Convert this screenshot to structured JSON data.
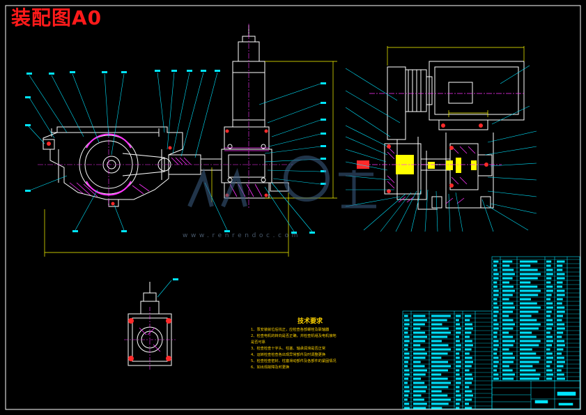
{
  "sheet": {
    "title": "装配图A0",
    "border_color": "#ffffff",
    "title_color": "#ff1a1a"
  },
  "technical_requirements": {
    "title": "技术要求",
    "lines": [
      "1、泵安装就位后找正，应检查各部螺栓及联轴器",
      "2、检查电机的转向是否正确，并检查机组及电机接地",
      "   是否可靠",
      "3、检查检查十字头、柱塞、轴承润滑是否正常",
      "4、运转检查检查各出现异常部件及时调整更换",
      "5、检查检查密封、柱塞滑动部件及各部件的紧固情况",
      "6、如出现故障及时更换"
    ],
    "color": "#ffd400"
  },
  "watermark": {
    "text": "www.renrendoc.com",
    "brand": "人人文库"
  },
  "colors": {
    "outline": "#ffffff",
    "dimension": "#ffff00",
    "leader": "#00e5ff",
    "hatch": "#ff33ff",
    "centerline": "#ff33ff",
    "highlight": "#ffff00",
    "table": "#00e5ff"
  }
}
